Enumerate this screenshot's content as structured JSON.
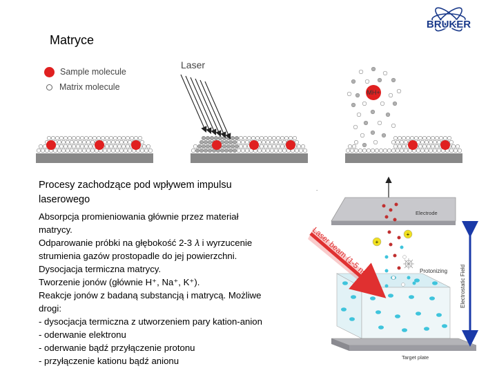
{
  "title": "Matryce",
  "logo_text": "BRUKER",
  "legend": {
    "sample": "Sample molecule",
    "matrix": "Matrix molecule"
  },
  "scene": {
    "laser_label": "Laser",
    "ion_label": "MH+"
  },
  "text": {
    "heading_line1": "Procesy zachodzące pod wpływem impulsu",
    "heading_line2": "laserowego",
    "lines": [
      "Absorpcja promieniowania głównie przez materiał",
      "matrycy.",
      "Odparowanie próbki na głębokość 2-3 𝜆 i wyrzucenie",
      "strumienia gazów prostopadle do jej powierzchni.",
      "Dysocjacja termiczna matrycy.",
      "Tworzenie jonów (głównie H⁺, Na⁺, K⁺).",
      "Reakcje jonów z badaną substancją i matrycą. Możliwe",
      "drogi:",
      "- dysocjacja termiczna z utworzeniem pary kation-anion",
      "- oderwanie elektronu",
      "- oderwanie bądź przyłączenie protonu",
      "- przyłączenie kationu bądź anionu"
    ]
  },
  "diagram": {
    "electrode": "Electrode",
    "laser_beam": "Laser beam (1-5 ns)",
    "protonizing": "Protonizing",
    "field": "Electrostatic Field",
    "target": "Target plate",
    "plus": "+"
  },
  "colors": {
    "sample_red": "#e02020",
    "plate_gray": "#888888",
    "laser_red": "#e03030",
    "dot_cyan": "#3fc4dc",
    "field_blue": "#1a3aa8"
  }
}
